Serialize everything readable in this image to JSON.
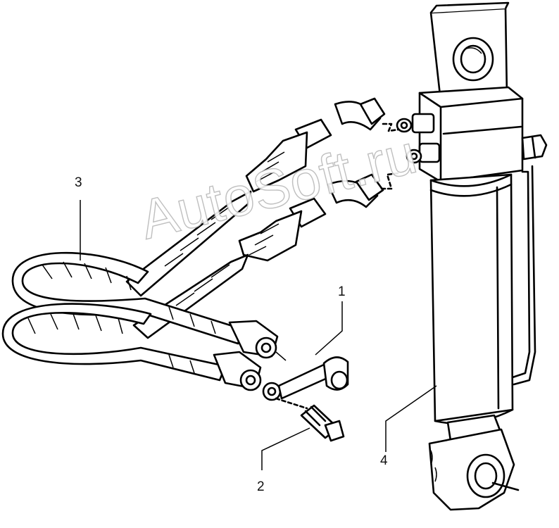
{
  "diagram": {
    "labels": {
      "part_1": "1",
      "part_2": "2",
      "part_3": "3",
      "part_4": "4"
    },
    "watermark": "AutoSoft.ru"
  }
}
